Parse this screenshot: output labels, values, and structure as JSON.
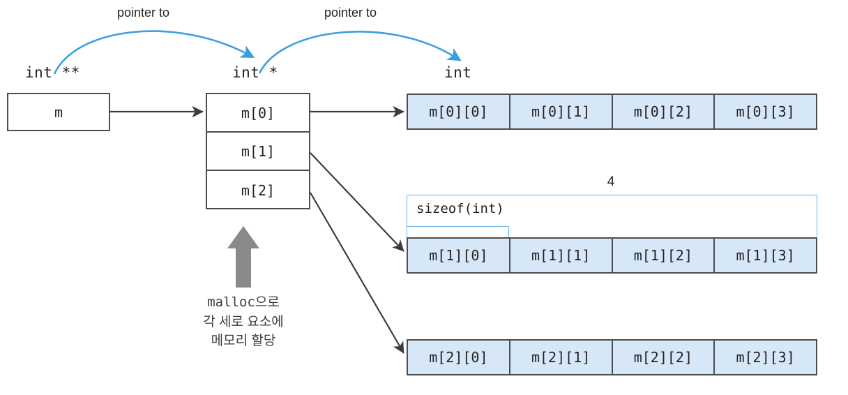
{
  "diagram": {
    "title": "C dynamic 2D array (int **) memory layout",
    "colors": {
      "cell_fill": "#d6e8f7",
      "cell_border": "#4d4d4d",
      "pointer_arrow": "#3c3c3c",
      "blue_arrow": "#3a9fe0",
      "bracket": "#6cb4e8",
      "malloc_arrow": "#8a8a8a",
      "text": "#231f20"
    },
    "type_labels": {
      "double_pointer": "int **",
      "single_pointer": "int *",
      "value": "int"
    },
    "captions": {
      "pointer_to_1": "pointer to",
      "pointer_to_2": "pointer to"
    },
    "root_box": {
      "label": "m"
    },
    "pointer_column": {
      "cells": [
        {
          "label": "m[0]"
        },
        {
          "label": "m[1]"
        },
        {
          "label": "m[2]"
        }
      ]
    },
    "data_rows": [
      {
        "row_name": "row-0",
        "cells": [
          "m[0][0]",
          "m[0][1]",
          "m[0][2]",
          "m[0][3]"
        ]
      },
      {
        "row_name": "row-1",
        "cells": [
          "m[1][0]",
          "m[1][1]",
          "m[1][2]",
          "m[1][3]"
        ]
      },
      {
        "row_name": "row-2",
        "cells": [
          "m[2][0]",
          "m[2][1]",
          "m[2][2]",
          "m[2][3]"
        ]
      }
    ],
    "brackets": {
      "count_label": "4",
      "element_size_label": "sizeof(int)"
    },
    "malloc_note": {
      "line1_code": "malloc",
      "line1_rest": "으로",
      "line2": "각 세로 요소에",
      "line3": "메모리 할당"
    }
  }
}
